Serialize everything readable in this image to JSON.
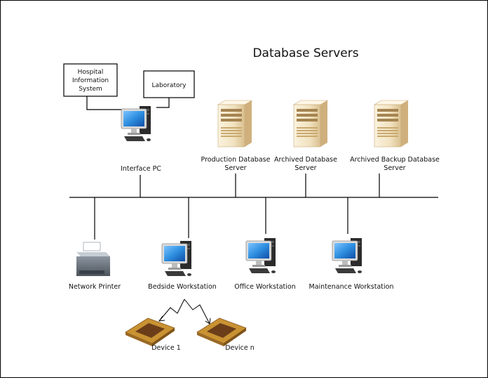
{
  "title": "Database Servers",
  "boxes": {
    "his": [
      "Hospital",
      "Information",
      "System"
    ],
    "lab": "Laboratory"
  },
  "top_nodes": {
    "interface_pc": "Interface PC",
    "production_server": [
      "Production Database",
      "Server"
    ],
    "archived_server": [
      "Archived Database",
      "Server"
    ],
    "backup_server": [
      "Archived Backup Database",
      "Server"
    ]
  },
  "bottom_nodes": {
    "printer": "Network Printer",
    "bedside": "Bedside Workstation",
    "office": "Office Workstation",
    "maintenance": "Maintenance Workstation"
  },
  "devices": {
    "device1": "Device 1",
    "devicen": "Device n"
  },
  "colors": {
    "server_body": "#f1e2c0",
    "server_dark": "#d2b27e",
    "monitor_screen": "#2e8fe0",
    "monitor_case": "#dcdcdc",
    "tower": "#2b2b2b",
    "chip_outer": "#c99232",
    "chip_inner": "#6b3e19",
    "line": "#000000"
  },
  "icons": [
    "server-icon",
    "monitor-icon",
    "printer-icon",
    "chip-icon",
    "lightning-icon"
  ]
}
